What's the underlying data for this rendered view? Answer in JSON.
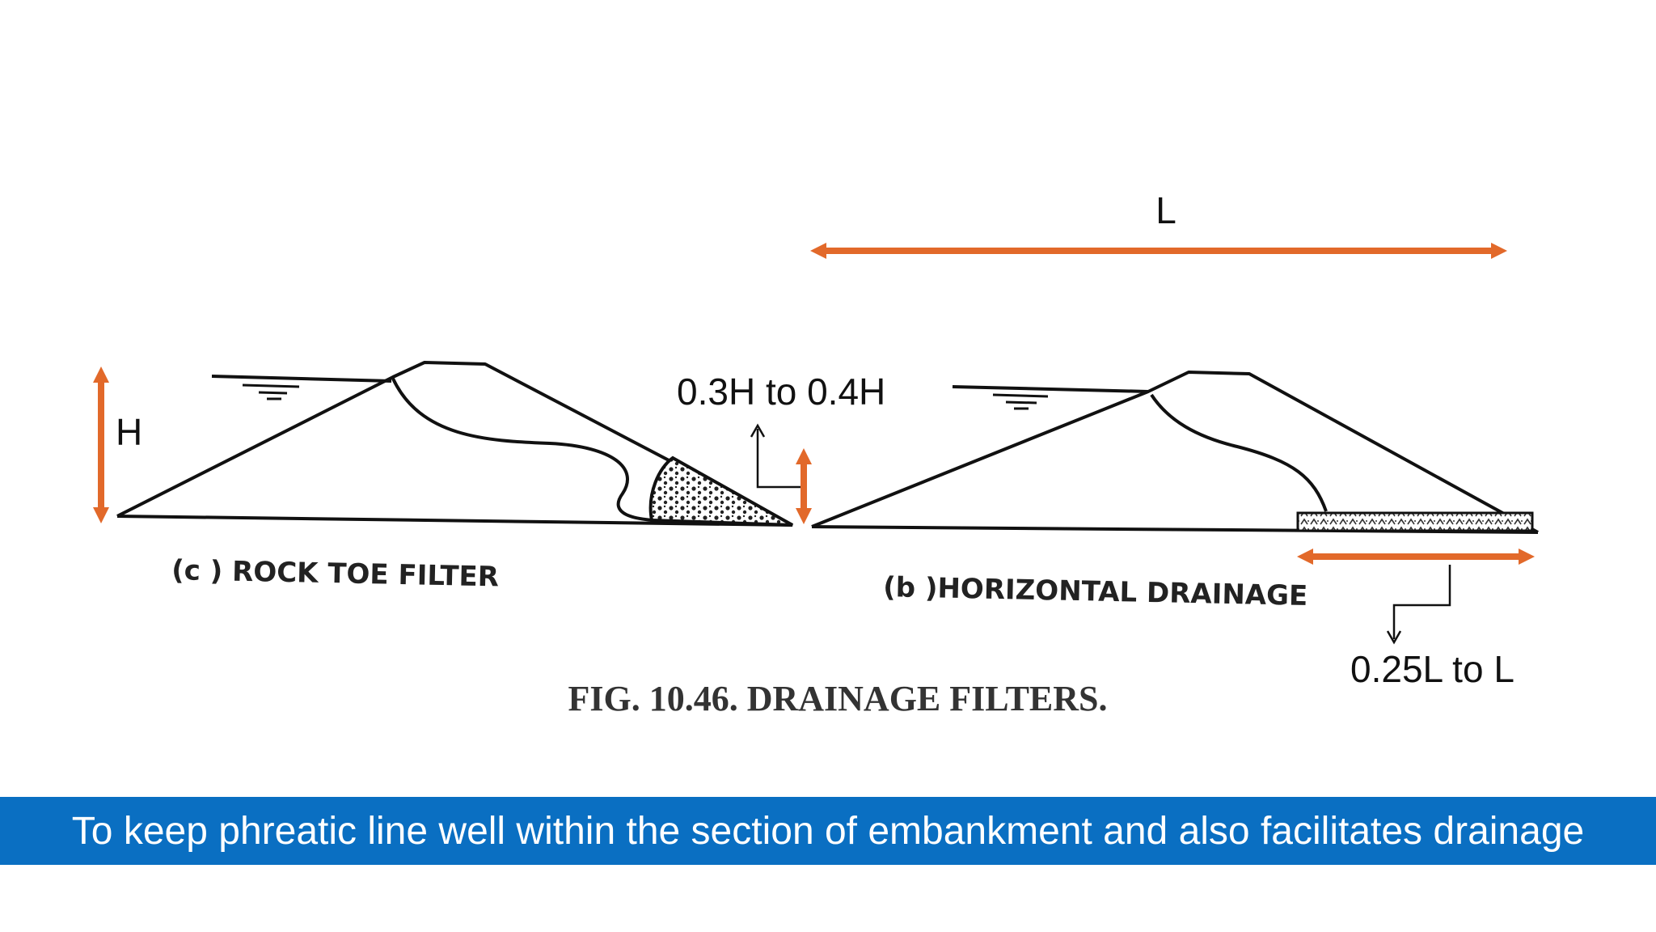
{
  "labels": {
    "L": "L",
    "H": "H",
    "rock_toe_height": "0.3H to 0.4H",
    "horizontal_drain_length": "0.25L to L"
  },
  "figure": {
    "left_caption": "(c ) ROCK TOE FILTER",
    "right_caption": "(b )HORIZONTAL DRAINAGE",
    "title": "FIG. 10.46. DRAINAGE FILTERS."
  },
  "banner": {
    "text": "To keep phreatic line well within the section of embankment and also facilitates drainage"
  },
  "colors": {
    "dimension_arrow": "#e2692a",
    "banner_background": "#0a6fc2",
    "banner_text": "#ffffff"
  }
}
